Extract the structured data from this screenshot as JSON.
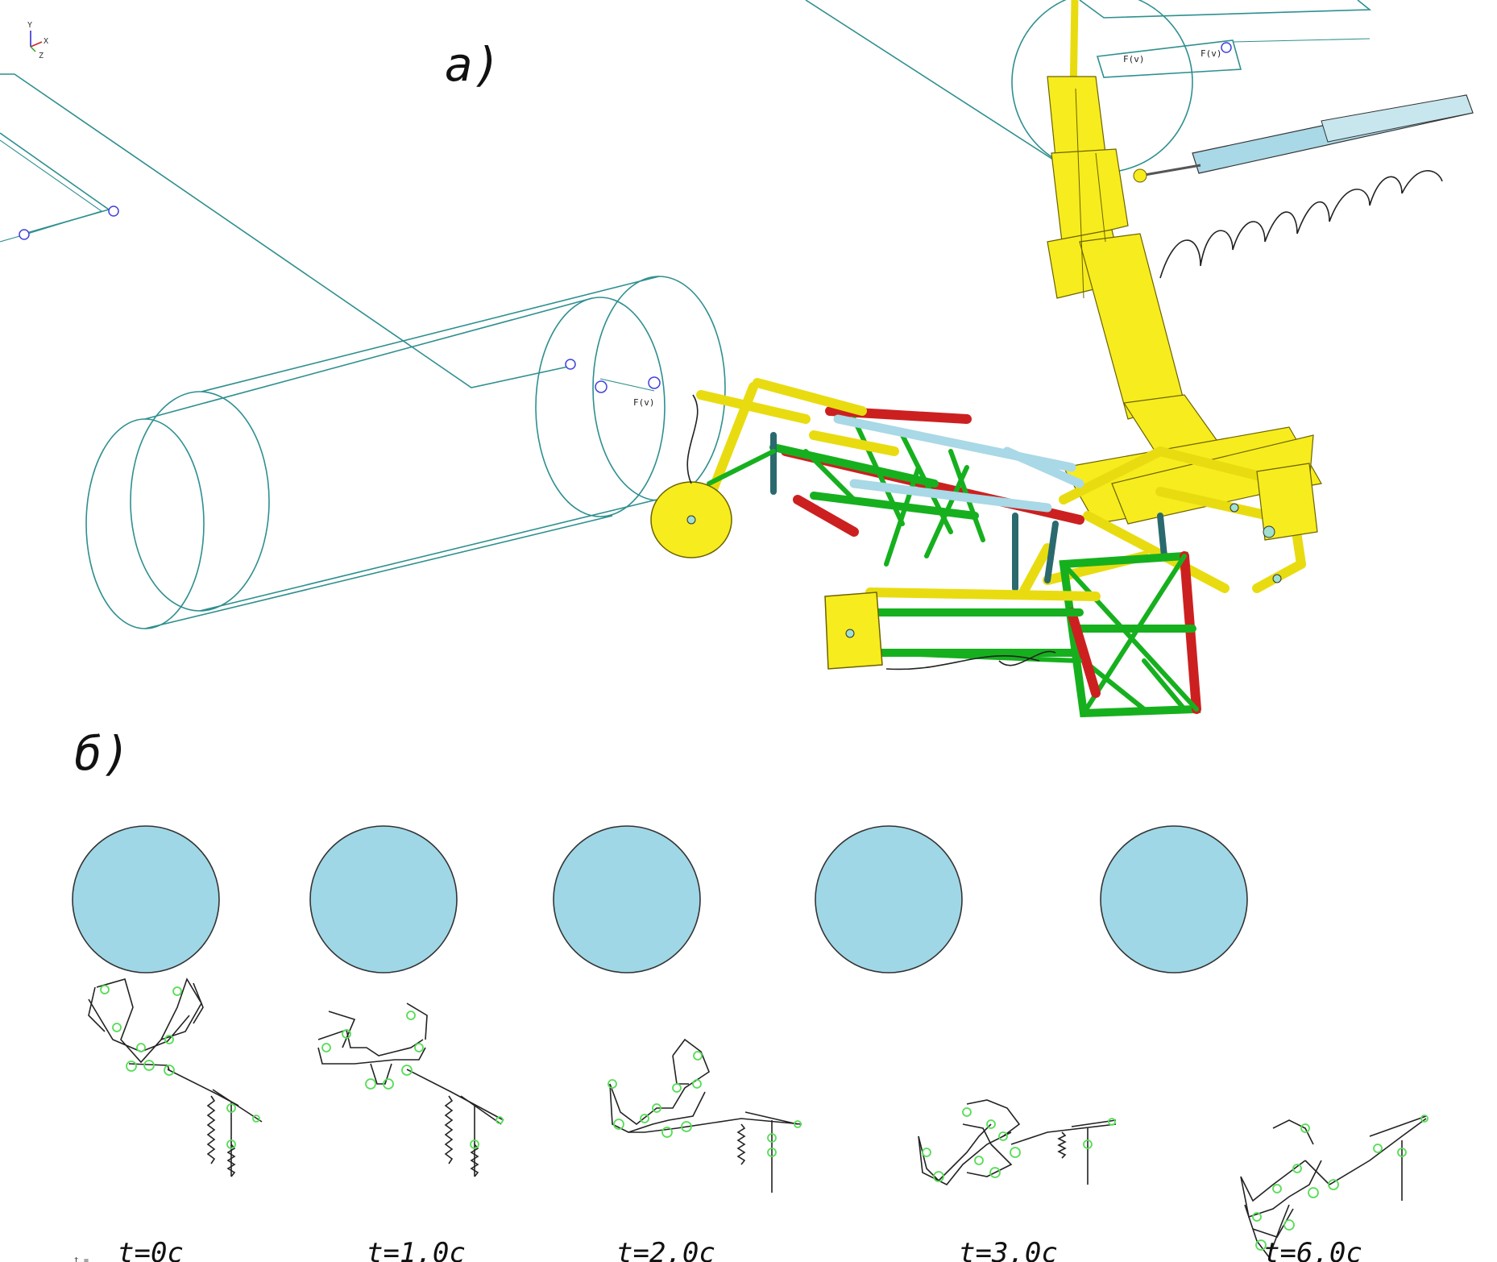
{
  "figure": {
    "panel_a_label": "а)",
    "panel_b_label": "б)",
    "axis_triad": {
      "y": "Y",
      "x": "X",
      "z": "Z"
    },
    "force_label": "F(v)",
    "time_prefix": "t =",
    "frames": [
      {
        "label": "t=0c"
      },
      {
        "label": "t=1,0c"
      },
      {
        "label": "t=2,0c"
      },
      {
        "label": "t=3,0c"
      },
      {
        "label": "t=6,0c"
      }
    ]
  },
  "colors": {
    "wireframe": "#2f8f8f",
    "boom_yellow": "#f7ec1e",
    "truss_green": "#16b01e",
    "truss_red": "#cc2020",
    "cylinder_teal": "#2a6a6e",
    "target_ball": "#9fd7e6",
    "joint_marker": "#55dd55"
  }
}
